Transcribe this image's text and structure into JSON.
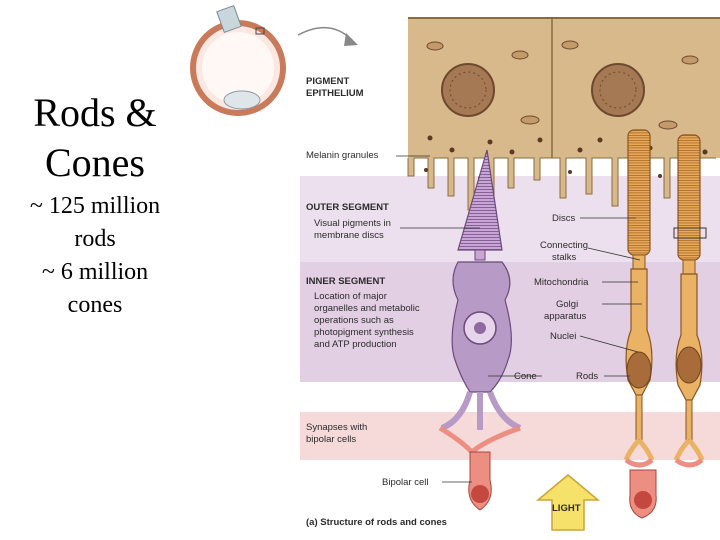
{
  "slide": {
    "title_line1": "Rods &",
    "title_line2": "Cones",
    "stats": [
      {
        "line1": "~ 125 million",
        "line2": "rods"
      },
      {
        "line1": "~ 6 million",
        "line2": "cones"
      }
    ]
  },
  "diagram": {
    "regions": {
      "pigment_epithelium_1": "PIGMENT",
      "pigment_epithelium_2": "EPITHELIUM",
      "outer_segment": "OUTER SEGMENT",
      "inner_segment": "INNER SEGMENT"
    },
    "labels": {
      "melanin": "Melanin granules",
      "visual_pigments_1": "Visual pigments in",
      "visual_pigments_2": "membrane discs",
      "discs": "Discs",
      "connecting_1": "Connecting",
      "connecting_2": "stalks",
      "mitochondria": "Mitochondria",
      "golgi_1": "Golgi",
      "golgi_2": "apparatus",
      "nuclei": "Nuclei",
      "cone": "Cone",
      "rods": "Rods",
      "organelles_1": "Location of major",
      "organelles_2": "organelles and metabolic",
      "organelles_3": "operations such as",
      "organelles_4": "photopigment synthesis",
      "organelles_5": "and ATP production",
      "synapses_1": "Synapses with",
      "synapses_2": "bipolar cells",
      "bipolar": "Bipolar cell",
      "light": "LIGHT",
      "caption": "(a) Structure of rods and cones"
    },
    "colors": {
      "epithelium": "#d7b98c",
      "outer_band": "#ece0ee",
      "inner_band": "#e3cfe3",
      "synapse_band": "#f6d9d9",
      "cone": "#b79ac6",
      "rod": "#e9b265",
      "bipolar": "#ec8f82",
      "light_arrow": "#f6e16a"
    }
  }
}
